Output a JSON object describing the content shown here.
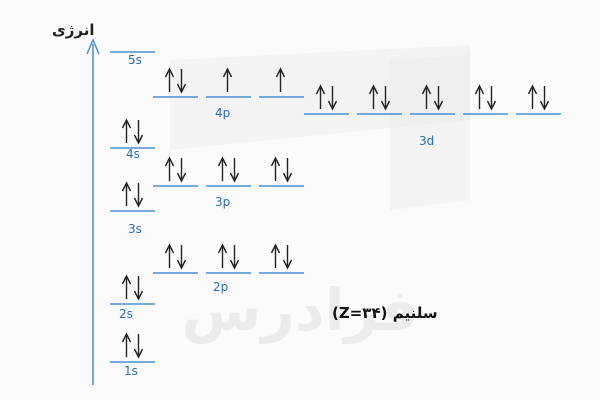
{
  "axis": {
    "title": "انرژی"
  },
  "caption": "سلنیم (Z=۳۴)",
  "colors": {
    "axis": "#4a8fd6",
    "level_line": "#4a8fd6",
    "label": "#2a6db3",
    "arrow": "#222222",
    "watermark": "#e9e9e9"
  },
  "watermark": {
    "text": "فرادرس"
  },
  "sublevels": [
    {
      "name": "1s",
      "electrons": [
        2
      ]
    },
    {
      "name": "2s",
      "electrons": [
        2
      ]
    },
    {
      "name": "2p",
      "electrons": [
        2,
        2,
        2
      ]
    },
    {
      "name": "3s",
      "electrons": [
        2
      ]
    },
    {
      "name": "3p",
      "electrons": [
        2,
        2,
        2
      ]
    },
    {
      "name": "4s",
      "electrons": [
        2
      ]
    },
    {
      "name": "3d",
      "electrons": [
        2,
        2,
        2,
        2,
        2
      ]
    },
    {
      "name": "4p",
      "electrons": [
        2,
        1,
        1
      ]
    },
    {
      "name": "5s",
      "electrons": [
        0
      ]
    }
  ]
}
